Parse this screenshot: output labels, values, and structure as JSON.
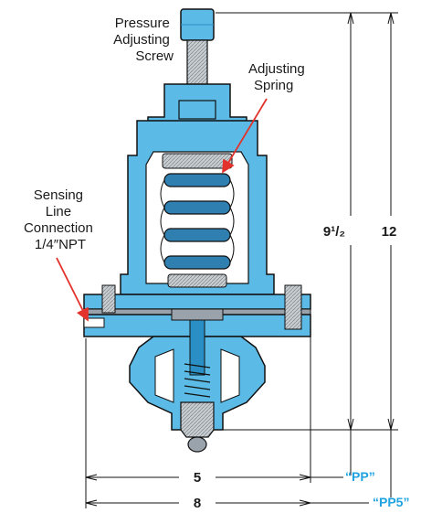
{
  "labels": {
    "pressure_screw": [
      "Pressure",
      "Adjusting",
      "Screw"
    ],
    "spring": [
      "Adjusting",
      "Spring"
    ],
    "sensing": [
      "Sensing",
      "Line",
      "Connection",
      "1/4″NPT"
    ]
  },
  "dimensions": {
    "height_short": "9¹/₂",
    "height_short_whole": "9",
    "height_short_frac_num": "1",
    "height_short_frac_den": "2",
    "height_tall": "12",
    "width_small": "5",
    "width_large": "8"
  },
  "models": {
    "pp": "PP",
    "pp5": "PP5",
    "quote_open": "“",
    "quote_close": "”"
  },
  "colors": {
    "body": "#5bbbe6",
    "body_dark": "#2a8fc4",
    "spring": "#2f7fb0",
    "steel": "#9aa3ab",
    "outline": "#111111",
    "arrow_red": "#e2322b",
    "model_blue": "#1fa3e0"
  }
}
